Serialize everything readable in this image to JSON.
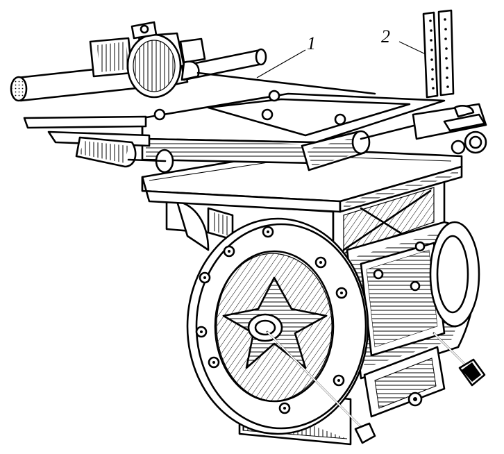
{
  "callouts": [
    {
      "id": "leader-1",
      "text": "1"
    },
    {
      "id": "leader-2",
      "text": "2"
    }
  ],
  "colors": {
    "ink": "#000000",
    "paper": "#ffffff"
  }
}
